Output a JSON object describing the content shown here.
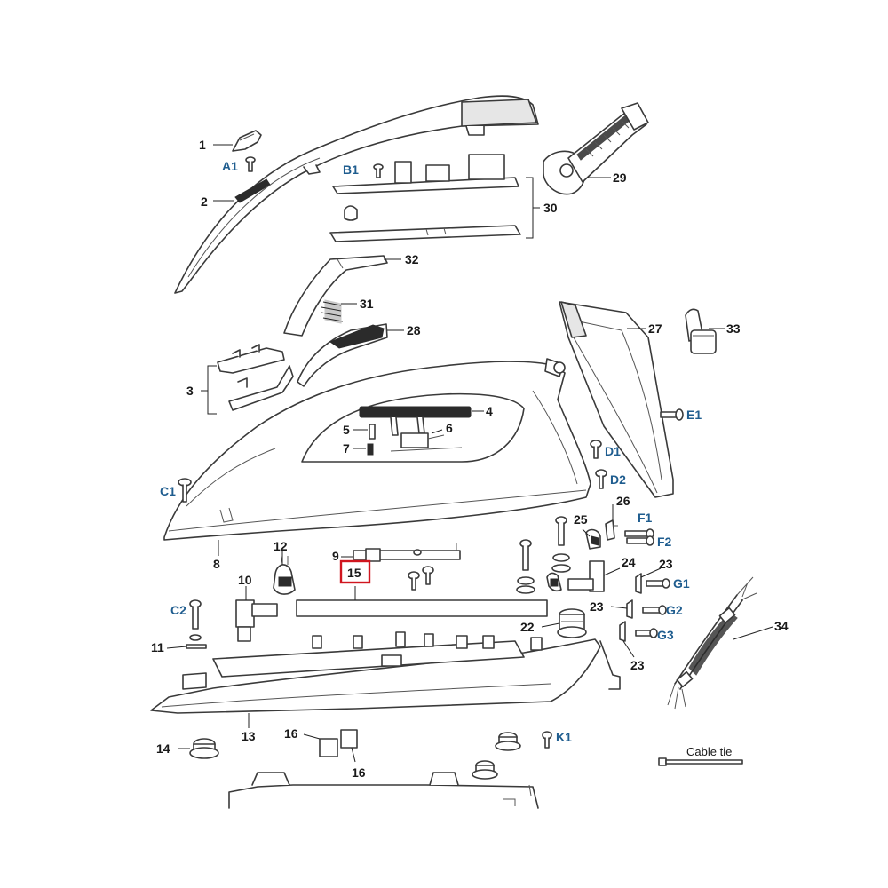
{
  "colors": {
    "line": "#3a3a3a",
    "code_label": "#1f5d8f",
    "number_label": "#1a1a1a",
    "highlight": "#d0161f"
  },
  "highlighted_part": "15",
  "labels": {
    "p1": "1",
    "a1": "A1",
    "p2": "2",
    "b1": "B1",
    "p29": "29",
    "p30": "30",
    "p32": "32",
    "p31": "31",
    "p28": "28",
    "p27": "27",
    "p33": "33",
    "p3": "3",
    "p4": "4",
    "e1": "E1",
    "p5": "5",
    "p6": "6",
    "p7": "7",
    "d1": "D1",
    "c1": "C1",
    "d2": "D2",
    "p26": "26",
    "p25": "25",
    "f1": "F1",
    "f2": "F2",
    "p8": "8",
    "p12": "12",
    "p9": "9",
    "p15": "15",
    "p24": "24",
    "p23a": "23",
    "g1": "G1",
    "p10": "10",
    "c2": "C2",
    "p23b": "23",
    "g2": "G2",
    "p34": "34",
    "p22": "22",
    "g3": "G3",
    "p11": "11",
    "p23c": "23",
    "p13": "13",
    "p14": "14",
    "p16a": "16",
    "k1": "K1",
    "p16b": "16",
    "cable_tie": "Cable tie"
  }
}
